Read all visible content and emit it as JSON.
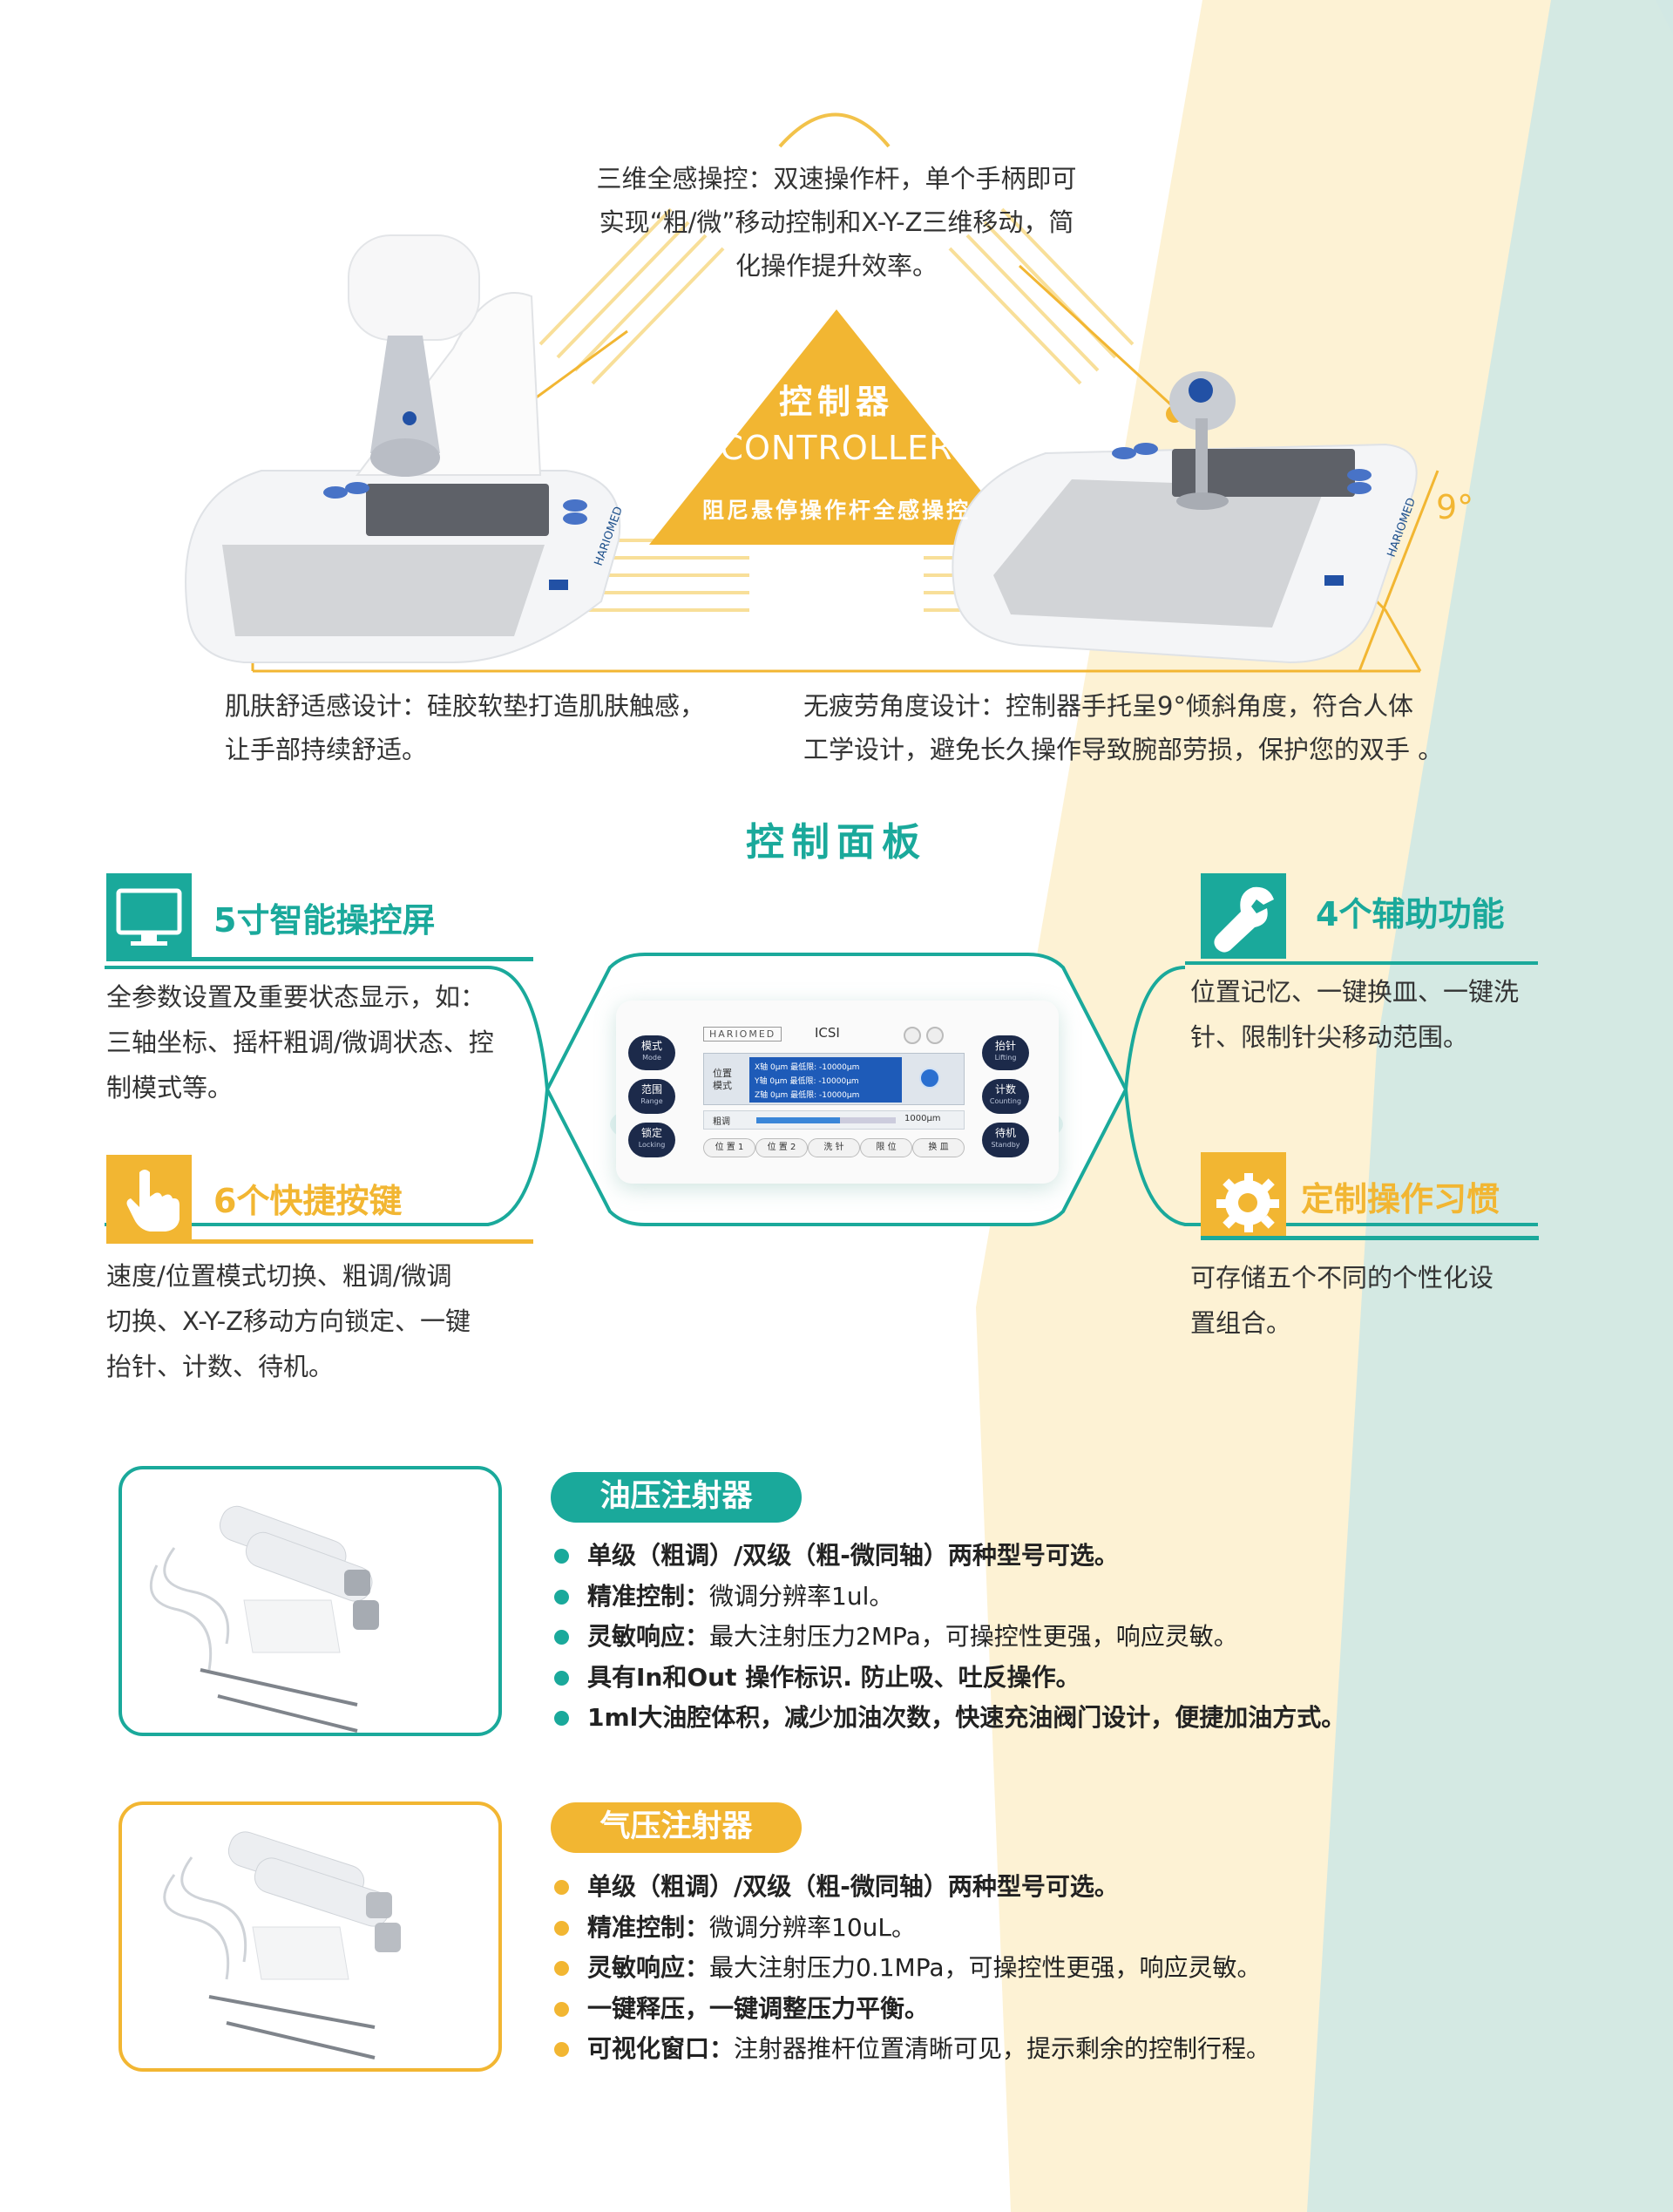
{
  "colors": {
    "green": "#1aa99b",
    "yellow": "#f2b632",
    "pale_yellow": "#fdf1cf",
    "pale_teal": "#cde5e2"
  },
  "controller": {
    "top_desc": [
      "三维全感操控：双速操作杆，单个手柄即可",
      "实现“粗/微”移动控制和X-Y-Z三维移动，简",
      "化操作提升效率。"
    ],
    "title_cn": "控制器",
    "title_en": "CONTROLLER",
    "subtitle": "阻尼悬停操作杆全感操控",
    "angle": "9°",
    "left_desc": [
      "肌肤舒适感设计：硅胶软垫打造肌肤触感，",
      "让手部持续舒适。"
    ],
    "right_desc": [
      "无疲劳角度设计：控制器手托呈9°倾斜角度，符合人体",
      "工学设计，避免长久操作导致腕部劳损，保护您的双手 。"
    ],
    "device_brand": "HARIOMED"
  },
  "panel": {
    "title": "控制面板",
    "features": [
      {
        "icon": "monitor-icon",
        "head": "5寸智能操控屏",
        "lines": [
          "全参数设置及重要状态显示，如：",
          "三轴坐标、摇杆粗调/微调状态、控",
          "制模式等。"
        ]
      },
      {
        "icon": "pointing-hand-icon",
        "head": "6个快捷按键",
        "lines": [
          "速度/位置模式切换、粗调/微调",
          "切换、X-Y-Z移动方向锁定、一键",
          "抬针、计数、待机。"
        ]
      },
      {
        "icon": "wrench-icon",
        "head": "4个辅助功能",
        "lines": [
          "位置记忆、一键换皿、一键洗",
          "针、限制针尖移动范围。"
        ]
      },
      {
        "icon": "gear-icon",
        "head": "定制操作习惯",
        "lines": [
          "可存储五个不同的个性化设",
          "置组合。"
        ]
      }
    ],
    "screen": {
      "brand": "HARIOMED",
      "title": "ICSI",
      "pos_label": "位置模式",
      "rows": [
        "X轴    0μm   最低限:  -10000μm",
        "Y轴    0μm   最低限:  -10000μm",
        "Z轴    0μm   最低限:  -10000μm"
      ],
      "bar_label": "粗调",
      "bar_value": "1000μm",
      "bar_fill_percent": 60,
      "bottom_buttons": [
        "位 置 1",
        "位 置 2",
        "洗 针",
        "限 位",
        "换 皿"
      ],
      "left_buttons": [
        {
          "cn": "模式",
          "en": "Mode"
        },
        {
          "cn": "范围",
          "en": "Range"
        },
        {
          "cn": "锁定",
          "en": "Locking"
        }
      ],
      "right_buttons": [
        {
          "cn": "抬针",
          "en": "Lifting"
        },
        {
          "cn": "计数",
          "en": "Counting"
        },
        {
          "cn": "待机",
          "en": "Standby"
        }
      ]
    }
  },
  "oil_injector": {
    "title": "油压注射器",
    "bullets": [
      {
        "bold": "单级（粗调）/双级（粗-微同轴）两种型号可选。",
        "text": ""
      },
      {
        "bold": "精准控制：",
        "text": "微调分辨率1ul。"
      },
      {
        "bold": "灵敏响应：",
        "text": "最大注射压力2MPa，可操控性更强，响应灵敏。"
      },
      {
        "bold": "具有In和Out 操作标识. 防止吸、吐反操作。",
        "text": ""
      },
      {
        "bold": "1ml大油腔体积，减少加油次数，快速充油阀门设计，便捷加油方式。",
        "text": ""
      }
    ]
  },
  "air_injector": {
    "title": "气压注射器",
    "bullets": [
      {
        "bold": "单级（粗调）/双级（粗-微同轴）两种型号可选。",
        "text": ""
      },
      {
        "bold": "精准控制：",
        "text": "微调分辨率10uL。"
      },
      {
        "bold": "灵敏响应：",
        "text": "最大注射压力0.1MPa，可操控性更强，响应灵敏。"
      },
      {
        "bold": "一键释压，一键调整压力平衡。",
        "text": ""
      },
      {
        "bold": "可视化窗口：",
        "text": "注射器推杆位置清晰可见，提示剩余的控制行程。"
      }
    ]
  }
}
